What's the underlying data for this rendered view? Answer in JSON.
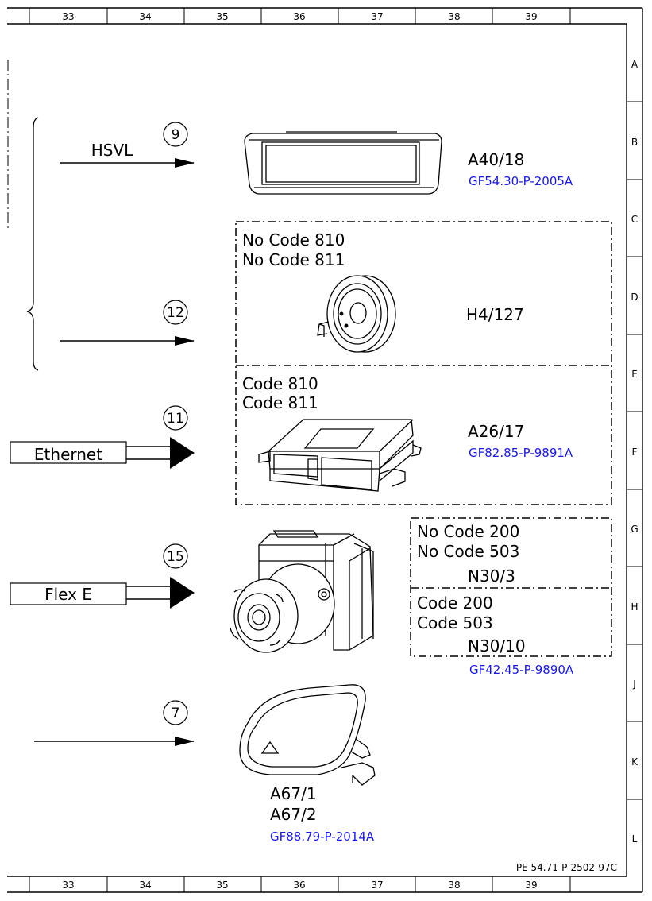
{
  "grid": {
    "columns": [
      "33",
      "34",
      "35",
      "36",
      "37",
      "38",
      "39"
    ],
    "rows": [
      "A",
      "B",
      "C",
      "D",
      "E",
      "F",
      "G",
      "H",
      "J",
      "K",
      "L"
    ]
  },
  "connections": [
    {
      "number": "9",
      "signal": "HSVL"
    },
    {
      "number": "12",
      "signal": ""
    },
    {
      "number": "11",
      "signal": "Ethernet"
    },
    {
      "number": "15",
      "signal": "Flex E"
    },
    {
      "number": "7",
      "signal": ""
    }
  ],
  "components": {
    "display": {
      "id": "A40/18",
      "link": "GF54.30-P-2005A"
    },
    "speaker": {
      "conditions": [
        "No Code 810",
        "No Code 811"
      ],
      "id": "H4/127"
    },
    "control_unit": {
      "conditions": [
        "Code 810",
        "Code 811"
      ],
      "id": "A26/17",
      "link": "GF82.85-P-9891A"
    },
    "esp_unit": {
      "variant_a": {
        "conditions": [
          "No Code 200",
          "No Code 503"
        ],
        "id": "N30/3"
      },
      "variant_b": {
        "conditions": [
          "Code 200",
          "Code 503"
        ],
        "id": "N30/10"
      },
      "link": "GF42.45-P-9890A"
    },
    "mirror": {
      "ids": [
        "A67/1",
        "A67/2"
      ],
      "link": "GF88.79-P-2014A"
    }
  },
  "footer_ref": "PE 54.71-P-2502-97C"
}
